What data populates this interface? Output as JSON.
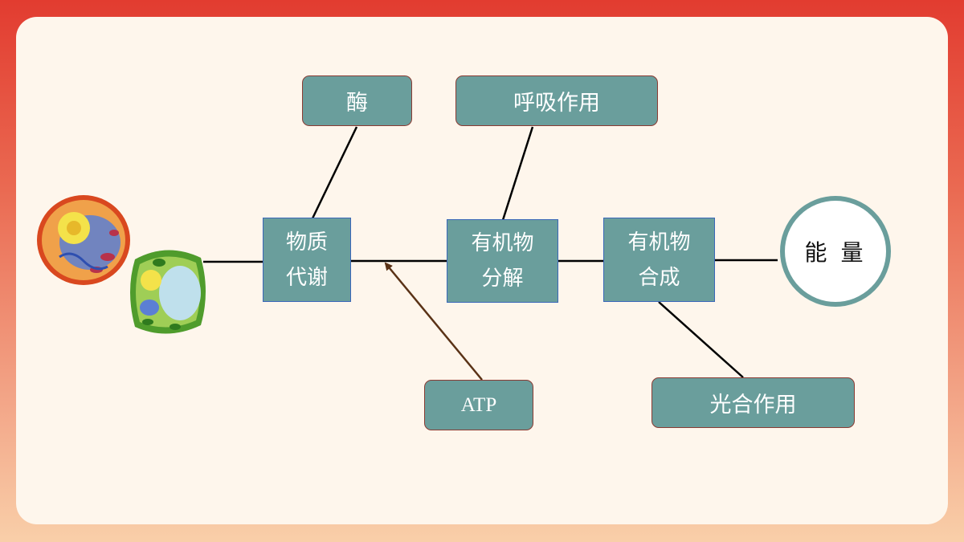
{
  "diagram": {
    "nodes": {
      "enzyme": "酶",
      "respiration": "呼吸作用",
      "metabolism": "物质\n代谢",
      "decomposition": "有机物\n分解",
      "synthesis": "有机物\n合成",
      "energy": "能 量",
      "atp": "ATP",
      "photosynthesis": "光合作用"
    },
    "colors": {
      "box_fill": "#6a9e9c",
      "box_text": "#ffffff",
      "line": "#000000",
      "arrow": "#5a3216",
      "card": "#fef6ec"
    },
    "icons": [
      "animal-cell-icon",
      "plant-cell-icon"
    ]
  }
}
